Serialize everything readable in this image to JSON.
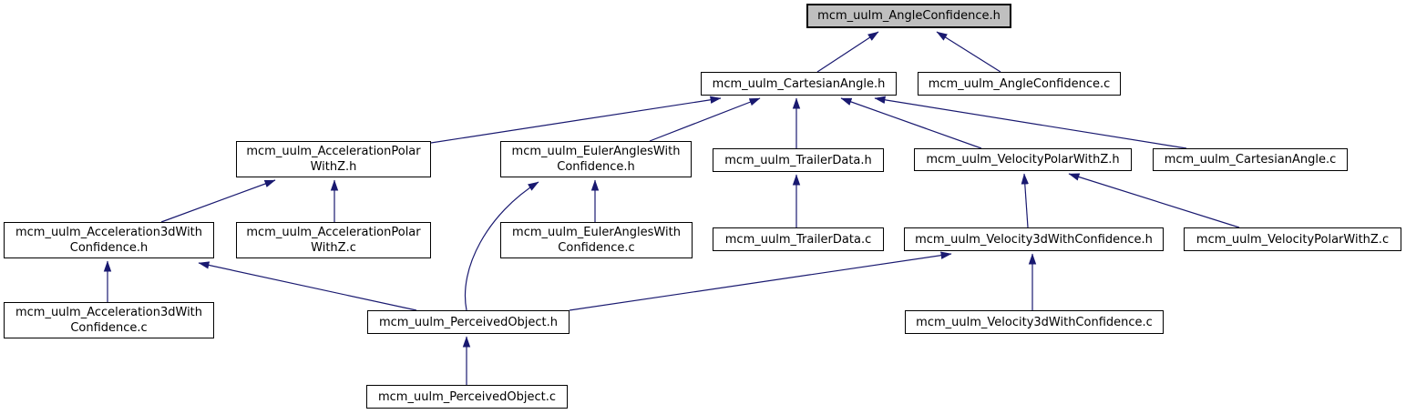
{
  "diagram": {
    "type": "include-dependency-graph",
    "colors": {
      "edge": "#191970",
      "node_fill": "#ffffff",
      "node_border": "#000000",
      "highlight_fill": "#bfbfbf",
      "background": "#ffffff"
    },
    "nodes": [
      {
        "id": "angle_confidence_h",
        "label": "mcm_uulm_AngleConfidence.h",
        "highlighted": true
      },
      {
        "id": "cartesian_angle_h",
        "label": "mcm_uulm_CartesianAngle.h",
        "highlighted": false
      },
      {
        "id": "angle_confidence_c",
        "label": "mcm_uulm_AngleConfidence.c",
        "highlighted": false
      },
      {
        "id": "acceleration_polar_withz_h",
        "label": "mcm_uulm_AccelerationPolar\nWithZ.h",
        "highlighted": false
      },
      {
        "id": "euler_angles_with_confidence_h",
        "label": "mcm_uulm_EulerAnglesWith\nConfidence.h",
        "highlighted": false
      },
      {
        "id": "trailer_data_h",
        "label": "mcm_uulm_TrailerData.h",
        "highlighted": false
      },
      {
        "id": "velocity_polar_withz_h",
        "label": "mcm_uulm_VelocityPolarWithZ.h",
        "highlighted": false
      },
      {
        "id": "cartesian_angle_c",
        "label": "mcm_uulm_CartesianAngle.c",
        "highlighted": false
      },
      {
        "id": "acceleration3d_with_confidence_h",
        "label": "mcm_uulm_Acceleration3dWith\nConfidence.h",
        "highlighted": false
      },
      {
        "id": "acceleration_polar_withz_c",
        "label": "mcm_uulm_AccelerationPolar\nWithZ.c",
        "highlighted": false
      },
      {
        "id": "euler_angles_with_confidence_c",
        "label": "mcm_uulm_EulerAnglesWith\nConfidence.c",
        "highlighted": false
      },
      {
        "id": "trailer_data_c",
        "label": "mcm_uulm_TrailerData.c",
        "highlighted": false
      },
      {
        "id": "velocity3d_with_confidence_h",
        "label": "mcm_uulm_Velocity3dWithConfidence.h",
        "highlighted": false
      },
      {
        "id": "velocity_polar_withz_c",
        "label": "mcm_uulm_VelocityPolarWithZ.c",
        "highlighted": false
      },
      {
        "id": "acceleration3d_with_confidence_c",
        "label": "mcm_uulm_Acceleration3dWith\nConfidence.c",
        "highlighted": false
      },
      {
        "id": "perceived_object_h",
        "label": "mcm_uulm_PerceivedObject.h",
        "highlighted": false
      },
      {
        "id": "velocity3d_with_confidence_c",
        "label": "mcm_uulm_Velocity3dWithConfidence.c",
        "highlighted": false
      },
      {
        "id": "perceived_object_c",
        "label": "mcm_uulm_PerceivedObject.c",
        "highlighted": false
      }
    ],
    "edges": [
      {
        "from": "cartesian_angle_h",
        "to": "angle_confidence_h"
      },
      {
        "from": "angle_confidence_c",
        "to": "angle_confidence_h"
      },
      {
        "from": "acceleration_polar_withz_h",
        "to": "cartesian_angle_h"
      },
      {
        "from": "euler_angles_with_confidence_h",
        "to": "cartesian_angle_h"
      },
      {
        "from": "trailer_data_h",
        "to": "cartesian_angle_h"
      },
      {
        "from": "velocity_polar_withz_h",
        "to": "cartesian_angle_h"
      },
      {
        "from": "cartesian_angle_c",
        "to": "cartesian_angle_h"
      },
      {
        "from": "acceleration3d_with_confidence_h",
        "to": "acceleration_polar_withz_h"
      },
      {
        "from": "acceleration_polar_withz_c",
        "to": "acceleration_polar_withz_h"
      },
      {
        "from": "euler_angles_with_confidence_c",
        "to": "euler_angles_with_confidence_h"
      },
      {
        "from": "perceived_object_h",
        "to": "euler_angles_with_confidence_h"
      },
      {
        "from": "trailer_data_c",
        "to": "trailer_data_h"
      },
      {
        "from": "velocity3d_with_confidence_h",
        "to": "velocity_polar_withz_h"
      },
      {
        "from": "velocity_polar_withz_c",
        "to": "velocity_polar_withz_h"
      },
      {
        "from": "acceleration3d_with_confidence_c",
        "to": "acceleration3d_with_confidence_h"
      },
      {
        "from": "perceived_object_h",
        "to": "acceleration3d_with_confidence_h"
      },
      {
        "from": "velocity3d_with_confidence_c",
        "to": "velocity3d_with_confidence_h"
      },
      {
        "from": "perceived_object_h",
        "to": "velocity3d_with_confidence_h"
      },
      {
        "from": "perceived_object_c",
        "to": "perceived_object_h"
      }
    ]
  }
}
